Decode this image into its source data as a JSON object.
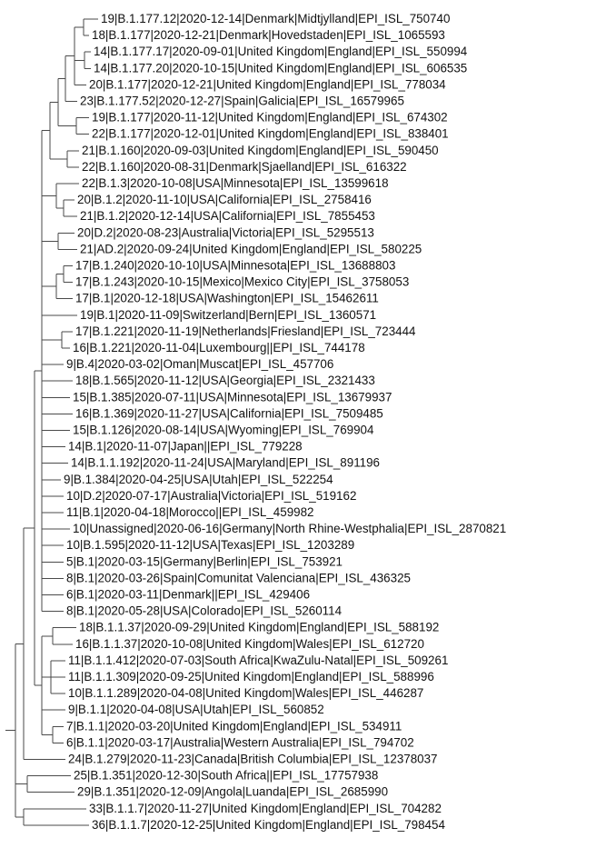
{
  "tree": {
    "leaves": [
      "19|B.1.177.12|2020-12-14|Denmark|Midtjylland|EPI_ISL_750740",
      "18|B.1.177|2020-12-21|Denmark|Hovedstaden|EPI_ISL_1065593",
      "14|B.1.177.17|2020-09-01|United Kingdom|England|EPI_ISL_550994",
      "14|B.1.177.20|2020-10-15|United Kingdom|England|EPI_ISL_606535",
      "20|B.1.177|2020-12-21|United Kingdom|England|EPI_ISL_778034",
      "23|B.1.177.52|2020-12-27|Spain|Galicia|EPI_ISL_16579965",
      "19|B.1.177|2020-11-12|United Kingdom|England|EPI_ISL_674302",
      "22|B.1.177|2020-12-01|United Kingdom|England|EPI_ISL_838401",
      "21|B.1.160|2020-09-03|United Kingdom|England|EPI_ISL_590450",
      "22|B.1.160|2020-08-31|Denmark|Sjaelland|EPI_ISL_616322",
      "22|B.1.3|2020-10-08|USA|Minnesota|EPI_ISL_13599618",
      "20|B.1.2|2020-11-10|USA|California|EPI_ISL_2758416",
      "21|B.1.2|2020-12-14|USA|California|EPI_ISL_7855453",
      "20|D.2|2020-08-23|Australia|Victoria|EPI_ISL_5295513",
      "21|AD.2|2020-09-24|United Kingdom|England|EPI_ISL_580225",
      "17|B.1.240|2020-10-10|USA|Minnesota|EPI_ISL_13688803",
      "17|B.1.243|2020-10-15|Mexico|Mexico City|EPI_ISL_3758053",
      "17|B.1|2020-12-18|USA|Washington|EPI_ISL_15462611",
      "19|B.1|2020-11-09|Switzerland|Bern|EPI_ISL_1360571",
      "17|B.1.221|2020-11-19|Netherlands|Friesland|EPI_ISL_723444",
      "16|B.1.221|2020-11-04|Luxembourg||EPI_ISL_744178",
      "9|B.4|2020-03-02|Oman|Muscat|EPI_ISL_457706",
      "18|B.1.565|2020-11-12|USA|Georgia|EPI_ISL_2321433",
      "15|B.1.385|2020-07-11|USA|Minnesota|EPI_ISL_13679937",
      "16|B.1.369|2020-11-27|USA|California|EPI_ISL_7509485",
      "15|B.1.126|2020-08-14|USA|Wyoming|EPI_ISL_769904",
      "14|B.1|2020-11-07|Japan||EPI_ISL_779228",
      "14|B.1.1.192|2020-11-24|USA|Maryland|EPI_ISL_891196",
      "9|B.1.384|2020-04-25|USA|Utah|EPI_ISL_522254",
      "10|D.2|2020-07-17|Australia|Victoria|EPI_ISL_519162",
      "11|B.1|2020-04-18|Morocco||EPI_ISL_459982",
      "10|Unassigned|2020-06-16|Germany|North Rhine-Westphalia|EPI_ISL_2870821",
      "10|B.1.595|2020-11-12|USA|Texas|EPI_ISL_1203289",
      "5|B.1|2020-03-15|Germany|Berlin|EPI_ISL_753921",
      "8|B.1|2020-03-26|Spain|Comunitat Valenciana|EPI_ISL_436325",
      "6|B.1|2020-03-11|Denmark||EPI_ISL_429406",
      "8|B.1|2020-05-28|USA|Colorado|EPI_ISL_5260114",
      "18|B.1.1.37|2020-09-29|United Kingdom|England|EPI_ISL_588192",
      "16|B.1.1.37|2020-10-08|United Kingdom|Wales|EPI_ISL_612720",
      "11|B.1.1.412|2020-07-03|South Africa|KwaZulu-Natal|EPI_ISL_509261",
      "11|B.1.1.309|2020-09-25|United Kingdom|England|EPI_ISL_588996",
      "10|B.1.1.289|2020-04-08|United Kingdom|Wales|EPI_ISL_446287",
      "9|B.1.1|2020-04-08|USA|Utah|EPI_ISL_560852",
      "7|B.1.1|2020-03-20|United Kingdom|England|EPI_ISL_534911",
      "6|B.1.1|2020-03-17|Australia|Western Australia|EPI_ISL_794702",
      "24|B.1.279|2020-11-23|Canada|British Columbia|EPI_ISL_12378037",
      "25|B.1.351|2020-12-30|South Africa||EPI_ISL_17757938",
      "29|B.1.351|2020-12-09|Angola|Luanda|EPI_ISL_2685990",
      "33|B.1.1.7|2020-11-27|United Kingdom|England|EPI_ISL_704282",
      "36|B.1.1.7|2020-12-25|United Kingdom|England|EPI_ISL_798454"
    ]
  }
}
